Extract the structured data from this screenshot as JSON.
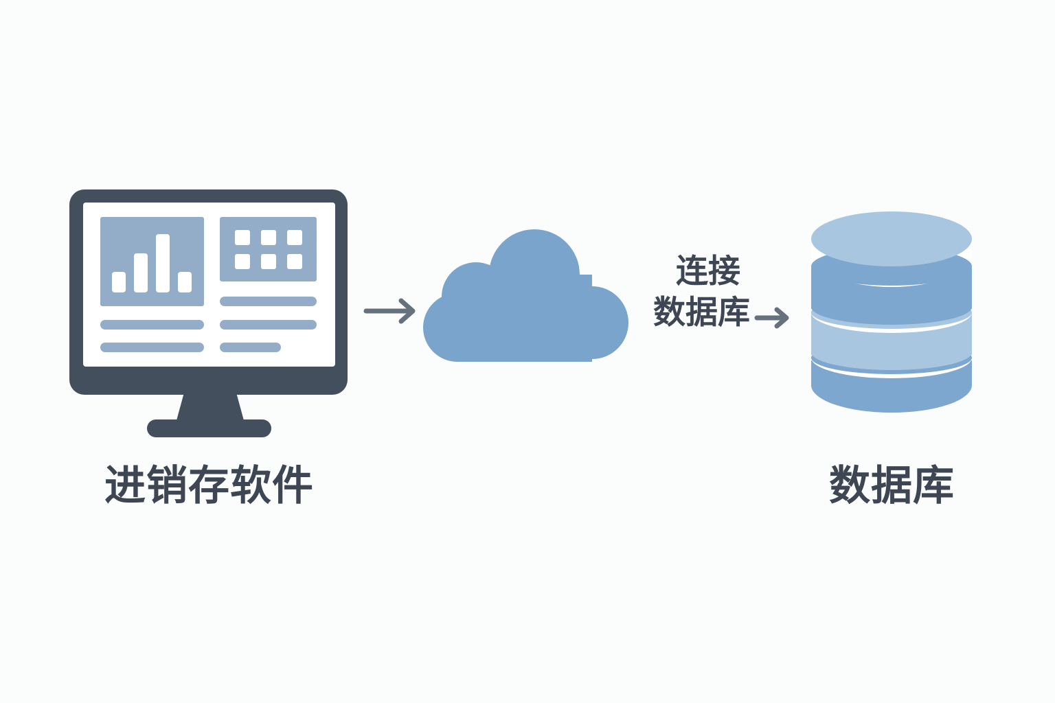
{
  "diagram": {
    "nodes": {
      "software": {
        "label": "进销存软件",
        "icon": "monitor-dashboard-icon"
      },
      "cloud": {
        "icon": "cloud-icon"
      },
      "database": {
        "label": "数据库",
        "icon": "database-cylinder-icon"
      }
    },
    "edges": [
      {
        "from": "software",
        "to": "cloud",
        "icon": "arrow-right-icon"
      },
      {
        "from": "cloud",
        "to": "database",
        "label_line1": "连接",
        "label_line2": "数据库",
        "icon": "arrow-right-icon"
      }
    ]
  },
  "colors": {
    "background": "#fbfcfc",
    "monitor_frame": "#434f5d",
    "monitor_screen": "#ffffff",
    "screen_blocks": "#93adc9",
    "cloud": "#7aa4cb",
    "arrow": "#66717d",
    "db_light": "#a9c6e1",
    "db_dark": "#7ea7cf",
    "text": "#3d4652"
  }
}
